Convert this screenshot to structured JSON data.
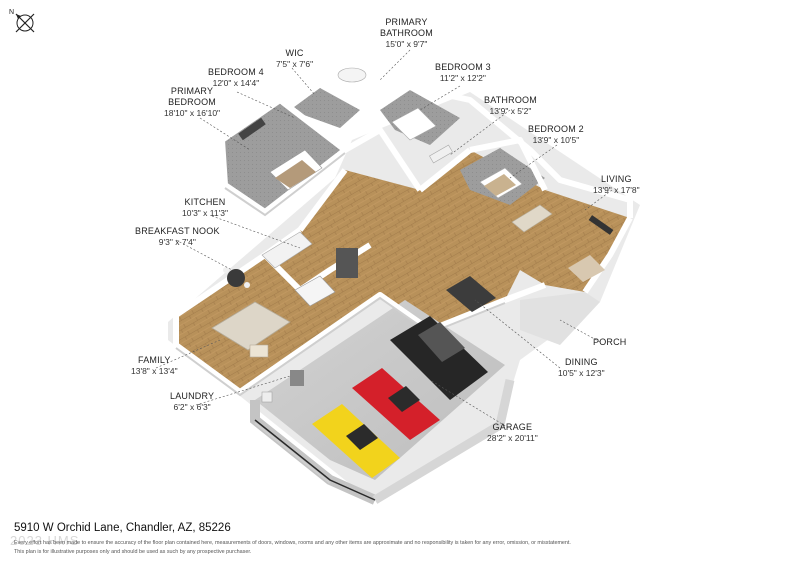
{
  "compass": {
    "north_label": "N",
    "icon": "north-arrow-icon"
  },
  "rooms": [
    {
      "id": "primary-bathroom",
      "name_lines": [
        "PRIMARY",
        "BATHROOM"
      ],
      "dims": "15'0\" x 9'7\""
    },
    {
      "id": "wic",
      "name_lines": [
        "WIC"
      ],
      "dims": "7'5\" x 7'6\""
    },
    {
      "id": "bedroom-4",
      "name_lines": [
        "BEDROOM 4"
      ],
      "dims": "12'0\" x 14'4\""
    },
    {
      "id": "bedroom-3",
      "name_lines": [
        "BEDROOM 3"
      ],
      "dims": "11'2\" x 12'2\""
    },
    {
      "id": "primary-bedroom",
      "name_lines": [
        "PRIMARY",
        "BEDROOM"
      ],
      "dims": "18'10\" x 16'10\""
    },
    {
      "id": "bathroom",
      "name_lines": [
        "BATHROOM"
      ],
      "dims": "13'9\" x 5'2\""
    },
    {
      "id": "bedroom-2",
      "name_lines": [
        "BEDROOM 2"
      ],
      "dims": "13'9\" x 10'5\""
    },
    {
      "id": "kitchen",
      "name_lines": [
        "KITCHEN"
      ],
      "dims": "10'3\" x 11'3\""
    },
    {
      "id": "living",
      "name_lines": [
        "LIVING"
      ],
      "dims": "13'9\" x 17'8\""
    },
    {
      "id": "breakfast-nook",
      "name_lines": [
        "BREAKFAST NOOK"
      ],
      "dims": "9'3\" x 7'4\""
    },
    {
      "id": "porch",
      "name_lines": [
        "PORCH"
      ],
      "dims": ""
    },
    {
      "id": "family",
      "name_lines": [
        "FAMILY"
      ],
      "dims": "13'8\" x 13'4\""
    },
    {
      "id": "dining",
      "name_lines": [
        "DINING"
      ],
      "dims": "10'5\" x 12'3\""
    },
    {
      "id": "laundry",
      "name_lines": [
        "LAUNDRY"
      ],
      "dims": "6'2\" x 6'3\""
    },
    {
      "id": "garage",
      "name_lines": [
        "GARAGE"
      ],
      "dims": "28'2\" x 20'11\""
    }
  ],
  "address": "5910 W Orchid Lane, Chandler, AZ, 85226",
  "watermark": "2023 HMS",
  "disclaimer": [
    "Every effort has been made to ensure the accuracy of the floor plan contained here, measurements of doors,",
    "windows, rooms and any other items are approximate and no responsibility is taken for any error, omission, or misstatement.",
    "This plan is for illustrative purposes only and should be used as such by any prospective purchaser."
  ],
  "colors": {
    "floor_wood": "#b8915a",
    "floor_wood_dark": "#9c7647",
    "wall_top": "#ffffff",
    "wall_side": "#d9d9d9",
    "carpet": "#9a9a9a",
    "garage_floor": "#c9c9c9",
    "car_red": "#d4202a",
    "car_yellow": "#f2d31c",
    "truck": "#2a2a2a"
  }
}
